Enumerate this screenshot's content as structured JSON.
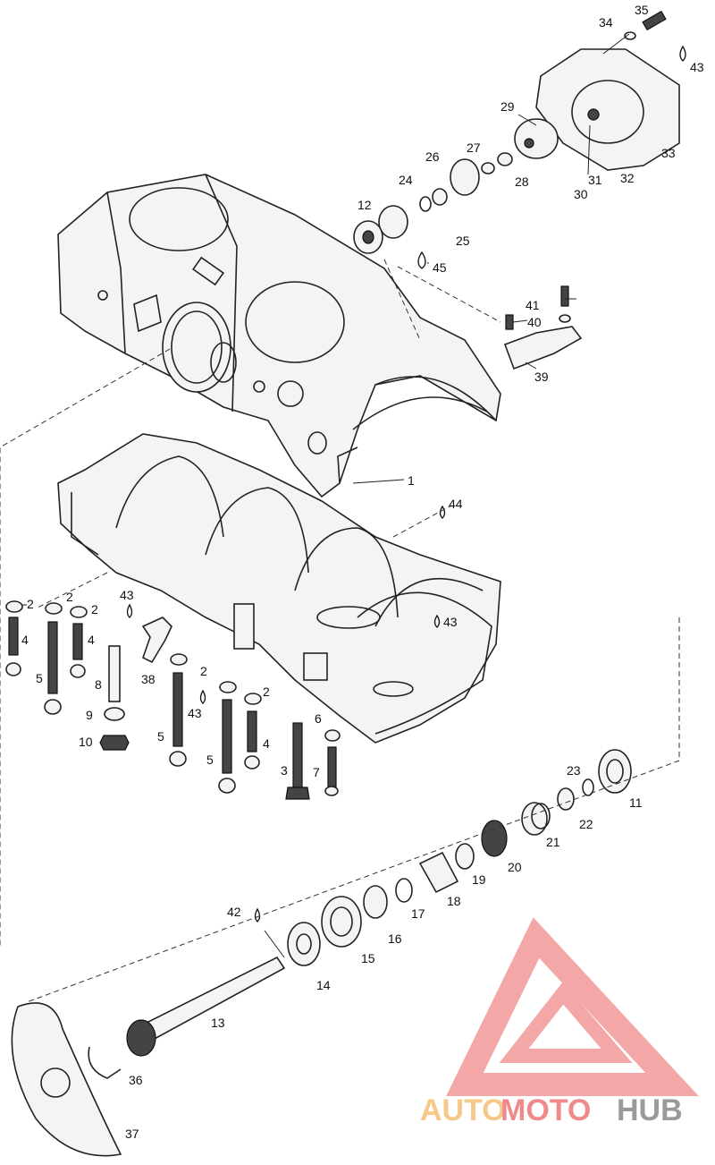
{
  "labels": {
    "n1": "1",
    "n2a": "2",
    "n2b": "2",
    "n2c": "2",
    "n2d": "2",
    "n2e": "2",
    "n3": "3",
    "n4a": "4",
    "n4b": "4",
    "n4c": "4",
    "n5a": "5",
    "n5b": "5",
    "n5c": "5",
    "n6": "6",
    "n7": "7",
    "n8": "8",
    "n9": "9",
    "n10": "10",
    "n11": "11",
    "n12": "12",
    "n13": "13",
    "n14": "14",
    "n15": "15",
    "n16": "16",
    "n17": "17",
    "n18": "18",
    "n19": "19",
    "n20": "20",
    "n21": "21",
    "n22": "22",
    "n23": "23",
    "n24": "24",
    "n25": "25",
    "n26": "26",
    "n27": "27",
    "n28": "28",
    "n29": "29",
    "n30": "30",
    "n31": "31",
    "n32": "32",
    "n33": "33",
    "n34": "34",
    "n35": "35",
    "n36": "36",
    "n37": "37",
    "n38": "38",
    "n39": "39",
    "n40": "40",
    "n41": "41",
    "n42": "42",
    "n43a": "43",
    "n43b": "43",
    "n43c": "43",
    "n43d": "43",
    "n44": "44",
    "n45": "45"
  },
  "watermark": {
    "part1": "AUTO",
    "part2": "MOTO",
    "part3": "HUB",
    "color_light": "#f6c98a",
    "color_red": "#f08a8a",
    "color_gray": "#9a9a9a"
  }
}
